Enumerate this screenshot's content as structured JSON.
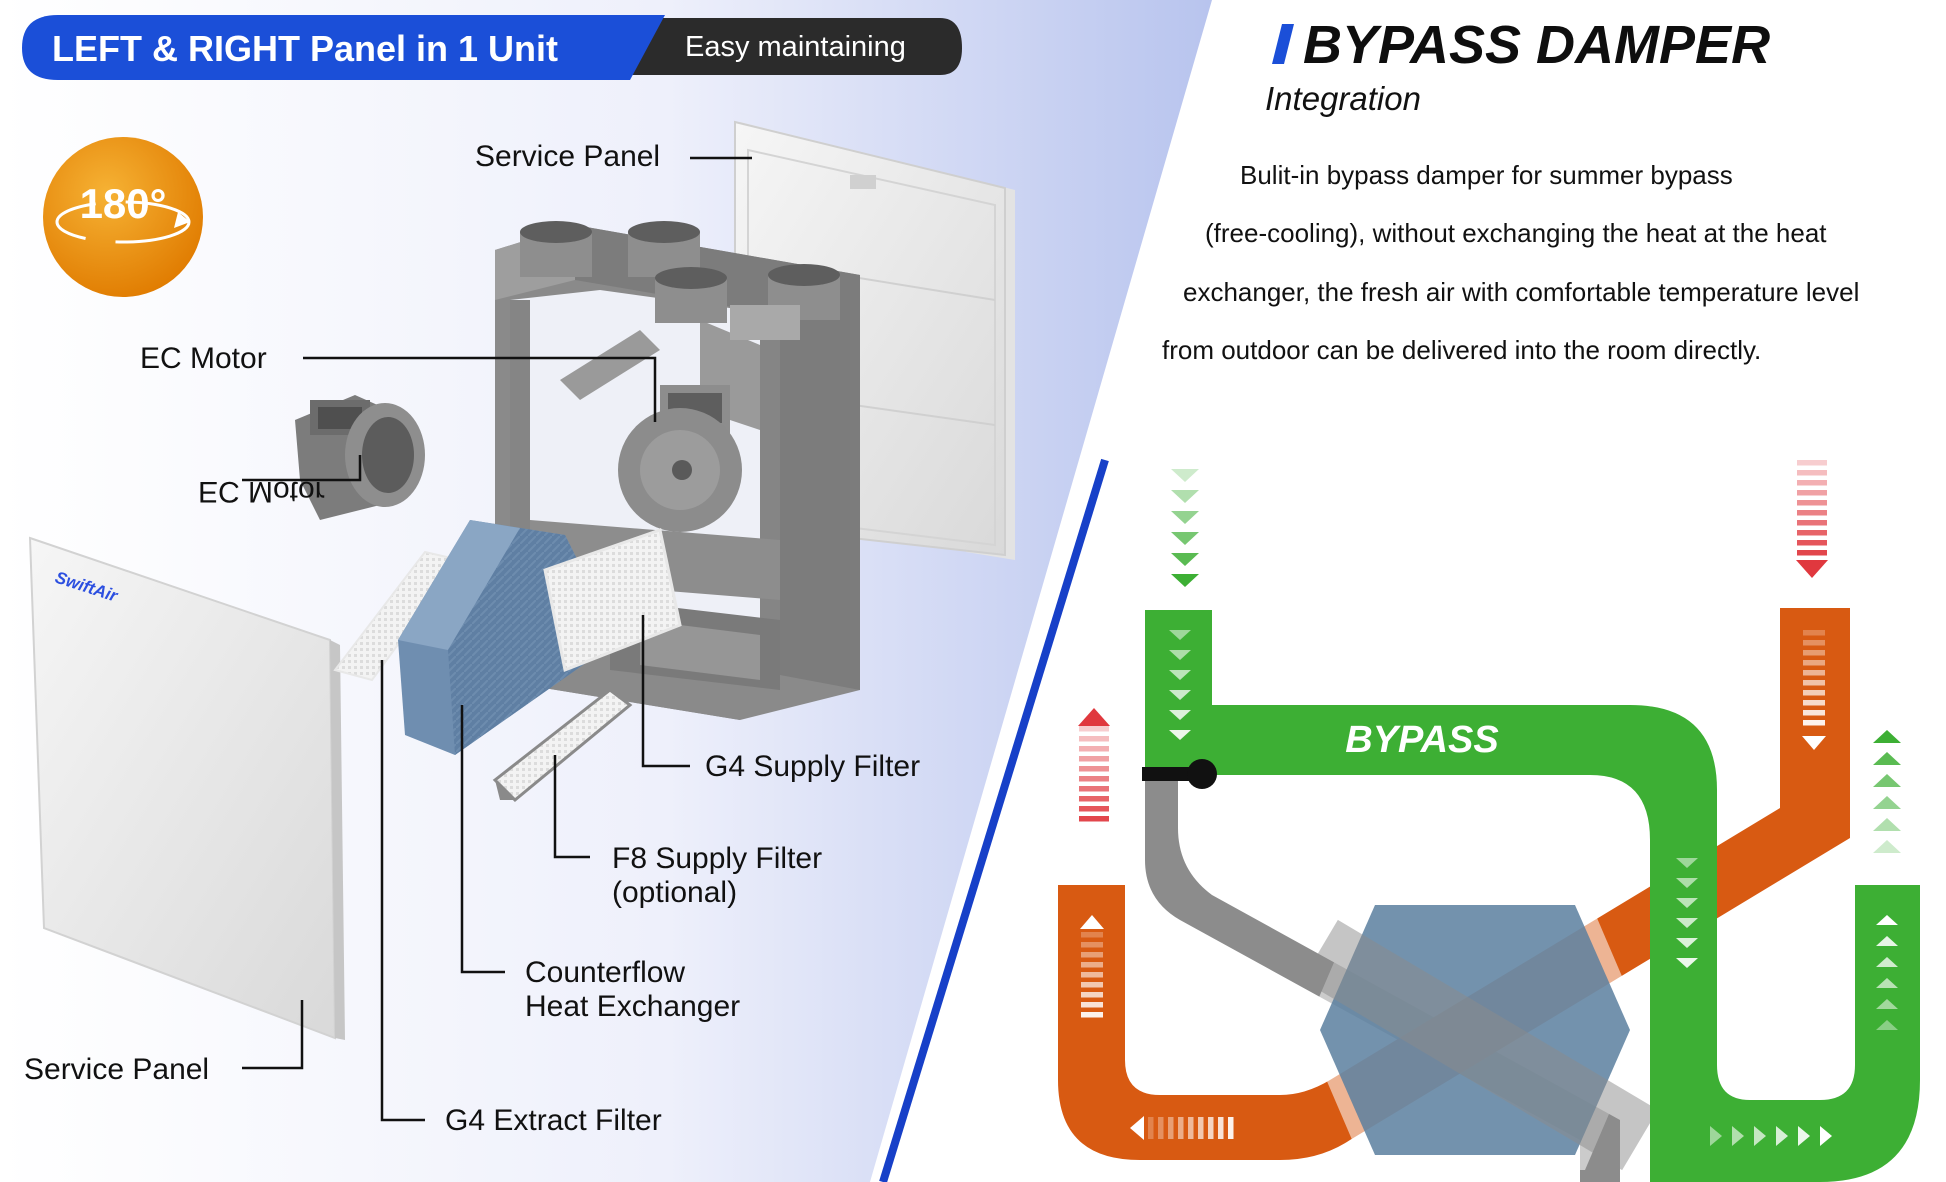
{
  "left_panel": {
    "header_title": "LEFT & RIGHT Panel in 1 Unit",
    "header_tag": "Easy maintaining",
    "rotation_badge": "180°",
    "brand_logo_text": "SwiftAir",
    "labels": {
      "service_panel_top": "Service Panel",
      "ec_motor_top": "EC Motor",
      "ec_motor_mirrored": "EC Motor",
      "g4_supply_filter": "G4 Supply Filter",
      "f8_supply_filter_line1": "F8 Supply Filter",
      "f8_supply_filter_line2": "(optional)",
      "counterflow_line1": "Counterflow",
      "counterflow_line2": "Heat Exchanger",
      "service_panel_bottom": "Service Panel",
      "g4_extract_filter": "G4 Extract Filter"
    }
  },
  "right_panel": {
    "title": "BYPASS DAMPER",
    "subtitle": "Integration",
    "description_lines": [
      "Bulit-in bypass damper for summer bypass",
      "(free-cooling), without exchanging the heat at the heat",
      "exchanger, the fresh air with comfortable temperature level",
      "from outdoor can be delivered into the room directly."
    ],
    "bypass_label": "BYPASS"
  },
  "colors": {
    "header_blue": "#1b4fd8",
    "header_dark": "#2b2b2b",
    "badge_orange": "#e98a06",
    "divider_blue": "#1740c8",
    "duct_green": "#3daf34",
    "duct_orange": "#d85a12",
    "duct_gray": "#8c8c8c",
    "exchanger_blue": "#5b7f9f",
    "arrow_red": "#e0383e",
    "arrow_green": "#3daf34"
  }
}
